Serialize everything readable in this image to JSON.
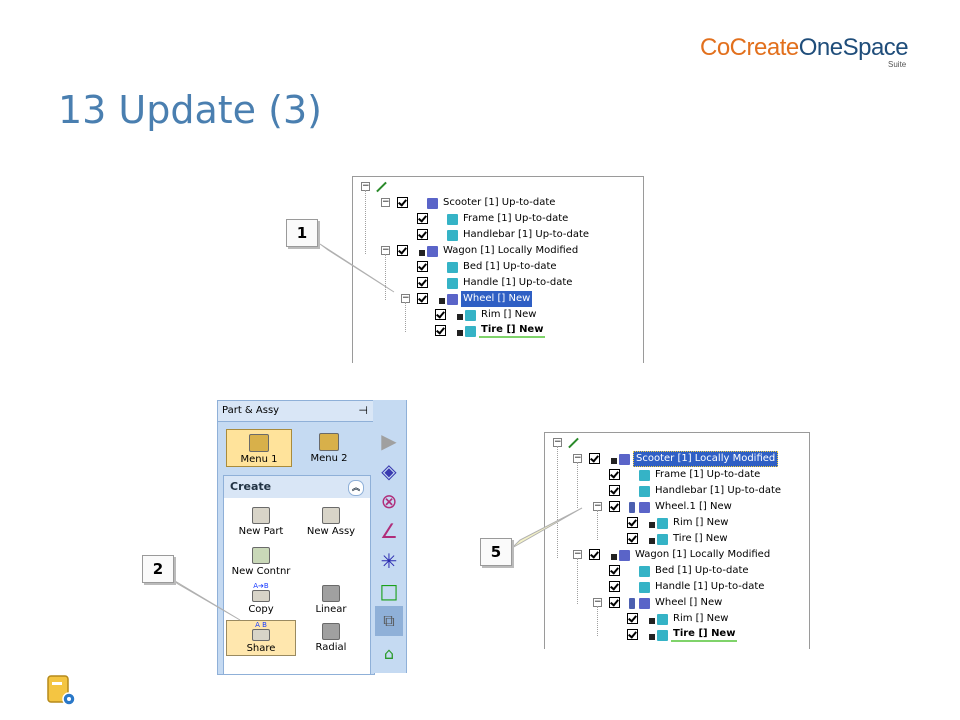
{
  "logo": {
    "part1": "CoCreate",
    "part2": "OneSpace",
    "sub": "Suite"
  },
  "title": "13 Update (3)",
  "callouts": {
    "c1": "1",
    "c2": "2",
    "c5": "5"
  },
  "tree1": {
    "rows": [
      "Scooter [1] Up-to-date",
      "Frame [1] Up-to-date",
      "Handlebar [1] Up-to-date",
      "Wagon [1] Locally Modified",
      "Bed [1] Up-to-date",
      "Handle [1] Up-to-date",
      "Wheel [] New",
      "Rim [] New",
      "Tire [] New"
    ]
  },
  "tree2": {
    "rows": [
      "Scooter [1] Locally Modified",
      "Frame [1] Up-to-date",
      "Handlebar [1] Up-to-date",
      "Wheel.1 [] New",
      "Rim [] New",
      "Tire [] New",
      "Wagon [1] Locally Modified",
      "Bed [1] Up-to-date",
      "Handle [1] Up-to-date",
      "Wheel [] New",
      "Rim [] New",
      "Tire [] New"
    ]
  },
  "palette": {
    "header": "Part & Assy",
    "pin": "⊣",
    "menu1": "Menu 1",
    "menu2": "Menu 2",
    "create": "Create",
    "collapse": "︽",
    "buttons": {
      "new_part": "New Part",
      "new_assy": "New Assy",
      "new_contnr": "New Contnr",
      "copy": "Copy",
      "linear": "Linear",
      "share": "Share",
      "radial": "Radial"
    },
    "copy_tag": "A➔B",
    "share_tag": "A  B"
  },
  "colors": {
    "title": "#4a7fb0",
    "selection": "#2f5fc4",
    "logo_orange": "#e2701d",
    "logo_blue": "#1f4d7a"
  }
}
